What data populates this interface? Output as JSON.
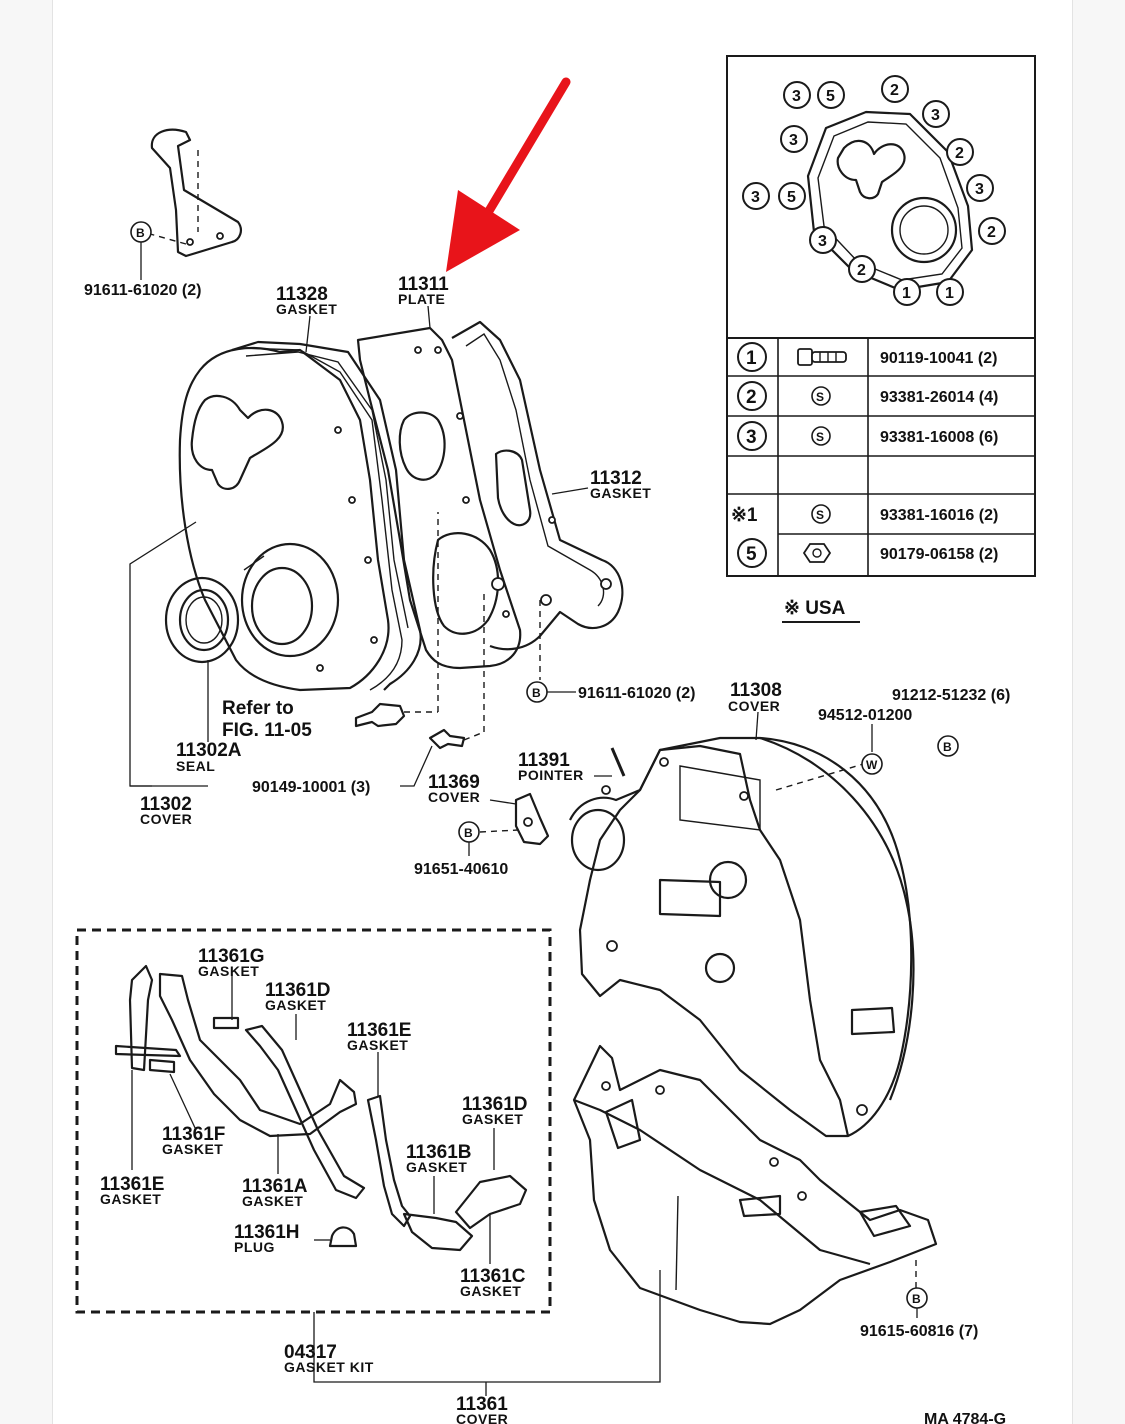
{
  "parts": {
    "p91611_top": "91611-61020 (2)",
    "p11328": {
      "number": "11328",
      "name": "GASKET"
    },
    "p11311": {
      "number": "11311",
      "name": "PLATE"
    },
    "p11312": {
      "number": "11312",
      "name": "GASKET"
    },
    "refer_line1": "Refer to",
    "refer_line2": "FIG. 11-05",
    "p11302A": {
      "number": "11302A",
      "name": "SEAL"
    },
    "p11302": {
      "number": "11302",
      "name": "COVER"
    },
    "p90149": "90149-10001 (3)",
    "p91611_mid": "91611-61020 (2)",
    "p11308": {
      "number": "11308",
      "name": "COVER"
    },
    "p91212": "91212-51232 (6)",
    "p94512": "94512-01200",
    "p11391": {
      "number": "11391",
      "name": "POINTER"
    },
    "p11369": {
      "number": "11369",
      "name": "COVER"
    },
    "p91651": "91651-40610",
    "p11361G": {
      "number": "11361G",
      "name": "GASKET"
    },
    "p11361D_a": {
      "number": "11361D",
      "name": "GASKET"
    },
    "p11361E_a": {
      "number": "11361E",
      "name": "GASKET"
    },
    "p11361D_b": {
      "number": "11361D",
      "name": "GASKET"
    },
    "p11361F": {
      "number": "11361F",
      "name": "GASKET"
    },
    "p11361B": {
      "number": "11361B",
      "name": "GASKET"
    },
    "p11361E_b": {
      "number": "11361E",
      "name": "GASKET"
    },
    "p11361A": {
      "number": "11361A",
      "name": "GASKET"
    },
    "p11361H": {
      "number": "11361H",
      "name": "PLUG"
    },
    "p11361C": {
      "number": "11361C",
      "name": "GASKET"
    },
    "p04317": {
      "number": "04317",
      "name": "GASKET KIT"
    },
    "p11361": {
      "number": "11361",
      "name": "COVER"
    },
    "p91615": "91615-60816 (7)"
  },
  "callouts": {
    "B": "B",
    "W": "W",
    "S": "S"
  },
  "bolt_map": {
    "markers": [
      "3",
      "5",
      "2",
      "3",
      "3",
      "2",
      "3",
      "3",
      "5",
      "2",
      "3",
      "2",
      "1",
      "1"
    ]
  },
  "bolt_table": {
    "rows": [
      {
        "key": "1",
        "sym": "bolt-icon",
        "part": "90119-10041 (2)"
      },
      {
        "key": "2",
        "sym": "S",
        "part": "93381-26014 (4)"
      },
      {
        "key": "3",
        "sym": "S",
        "part": "93381-16008 (6)"
      },
      {
        "key": "",
        "sym": "",
        "part": ""
      },
      {
        "key": "※1",
        "sym": "S",
        "part": "93381-16016 (2)"
      },
      {
        "key": "5",
        "sym": "nut-icon",
        "part": "90179-06158 (2)"
      }
    ],
    "note": "※ USA"
  },
  "figure_code": "MA 4784-G",
  "colors": {
    "arrow": "#e8141a",
    "ink": "#1a1a1a"
  }
}
